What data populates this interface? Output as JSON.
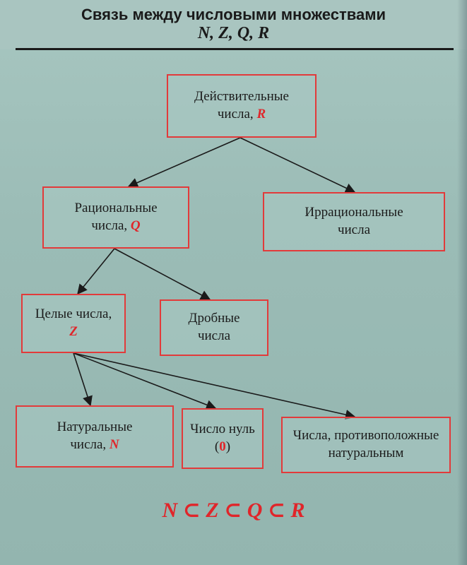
{
  "title": {
    "line1": "Связь между числовыми множествами",
    "line2": "N, Z, Q, R"
  },
  "nodes": {
    "real": {
      "text": "Действительные числа, ",
      "symbol": "R"
    },
    "rational": {
      "text": "Рациональные числа, ",
      "symbol": "Q"
    },
    "irrational": {
      "text": "Иррациональные числа",
      "symbol": ""
    },
    "integer": {
      "text": "Целые числа, ",
      "symbol": "Z"
    },
    "fraction": {
      "text": "Дробные числа",
      "symbol": ""
    },
    "natural": {
      "text": "Натуральные числа, ",
      "symbol": "N"
    },
    "zero": {
      "text": "Число нуль (",
      "symbol": "0",
      "suffix": ")"
    },
    "opposite": {
      "text": "Числа, противоположные натуральным",
      "symbol": ""
    }
  },
  "formula": "N ⊂ Z ⊂ Q ⊂ R",
  "colors": {
    "accent": "#e0252a",
    "border": "#e23a3a",
    "background": "#9bbcb6",
    "text": "#1b1b1b"
  }
}
